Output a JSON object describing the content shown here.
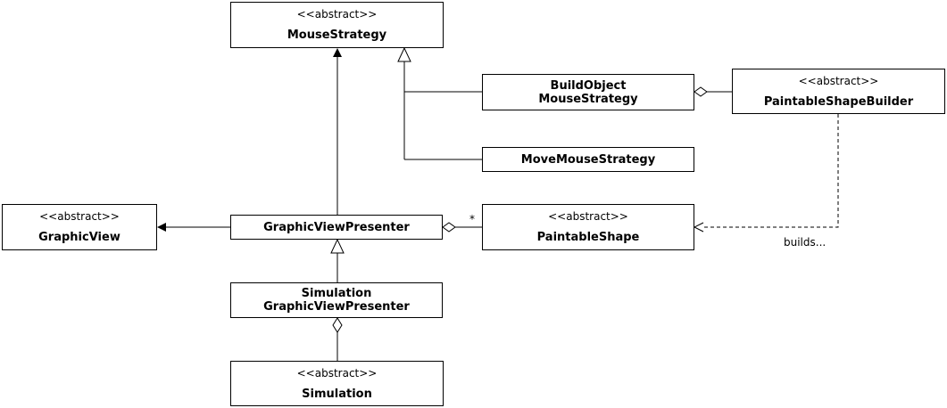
{
  "classes": {
    "mouse_strategy": {
      "stereotype": "<<abstract>>",
      "name": "MouseStrategy"
    },
    "build_object_mouse_strategy": {
      "name_line1": "BuildObject",
      "name_line2": "MouseStrategy"
    },
    "paintable_shape_builder": {
      "stereotype": "<<abstract>>",
      "name": "PaintableShapeBuilder"
    },
    "move_mouse_strategy": {
      "name": "MoveMouseStrategy"
    },
    "graphic_view": {
      "stereotype": "<<abstract>>",
      "name": "GraphicView"
    },
    "graphic_view_presenter": {
      "name": "GraphicViewPresenter"
    },
    "paintable_shape": {
      "stereotype": "<<abstract>>",
      "name": "PaintableShape"
    },
    "simulation_graphic_view_presenter": {
      "name_line1": "Simulation",
      "name_line2": "GraphicViewPresenter"
    },
    "simulation": {
      "stereotype": "<<abstract>>",
      "name": "Simulation"
    }
  },
  "edge_labels": {
    "builds": "builds...",
    "multiplicity": "*"
  }
}
